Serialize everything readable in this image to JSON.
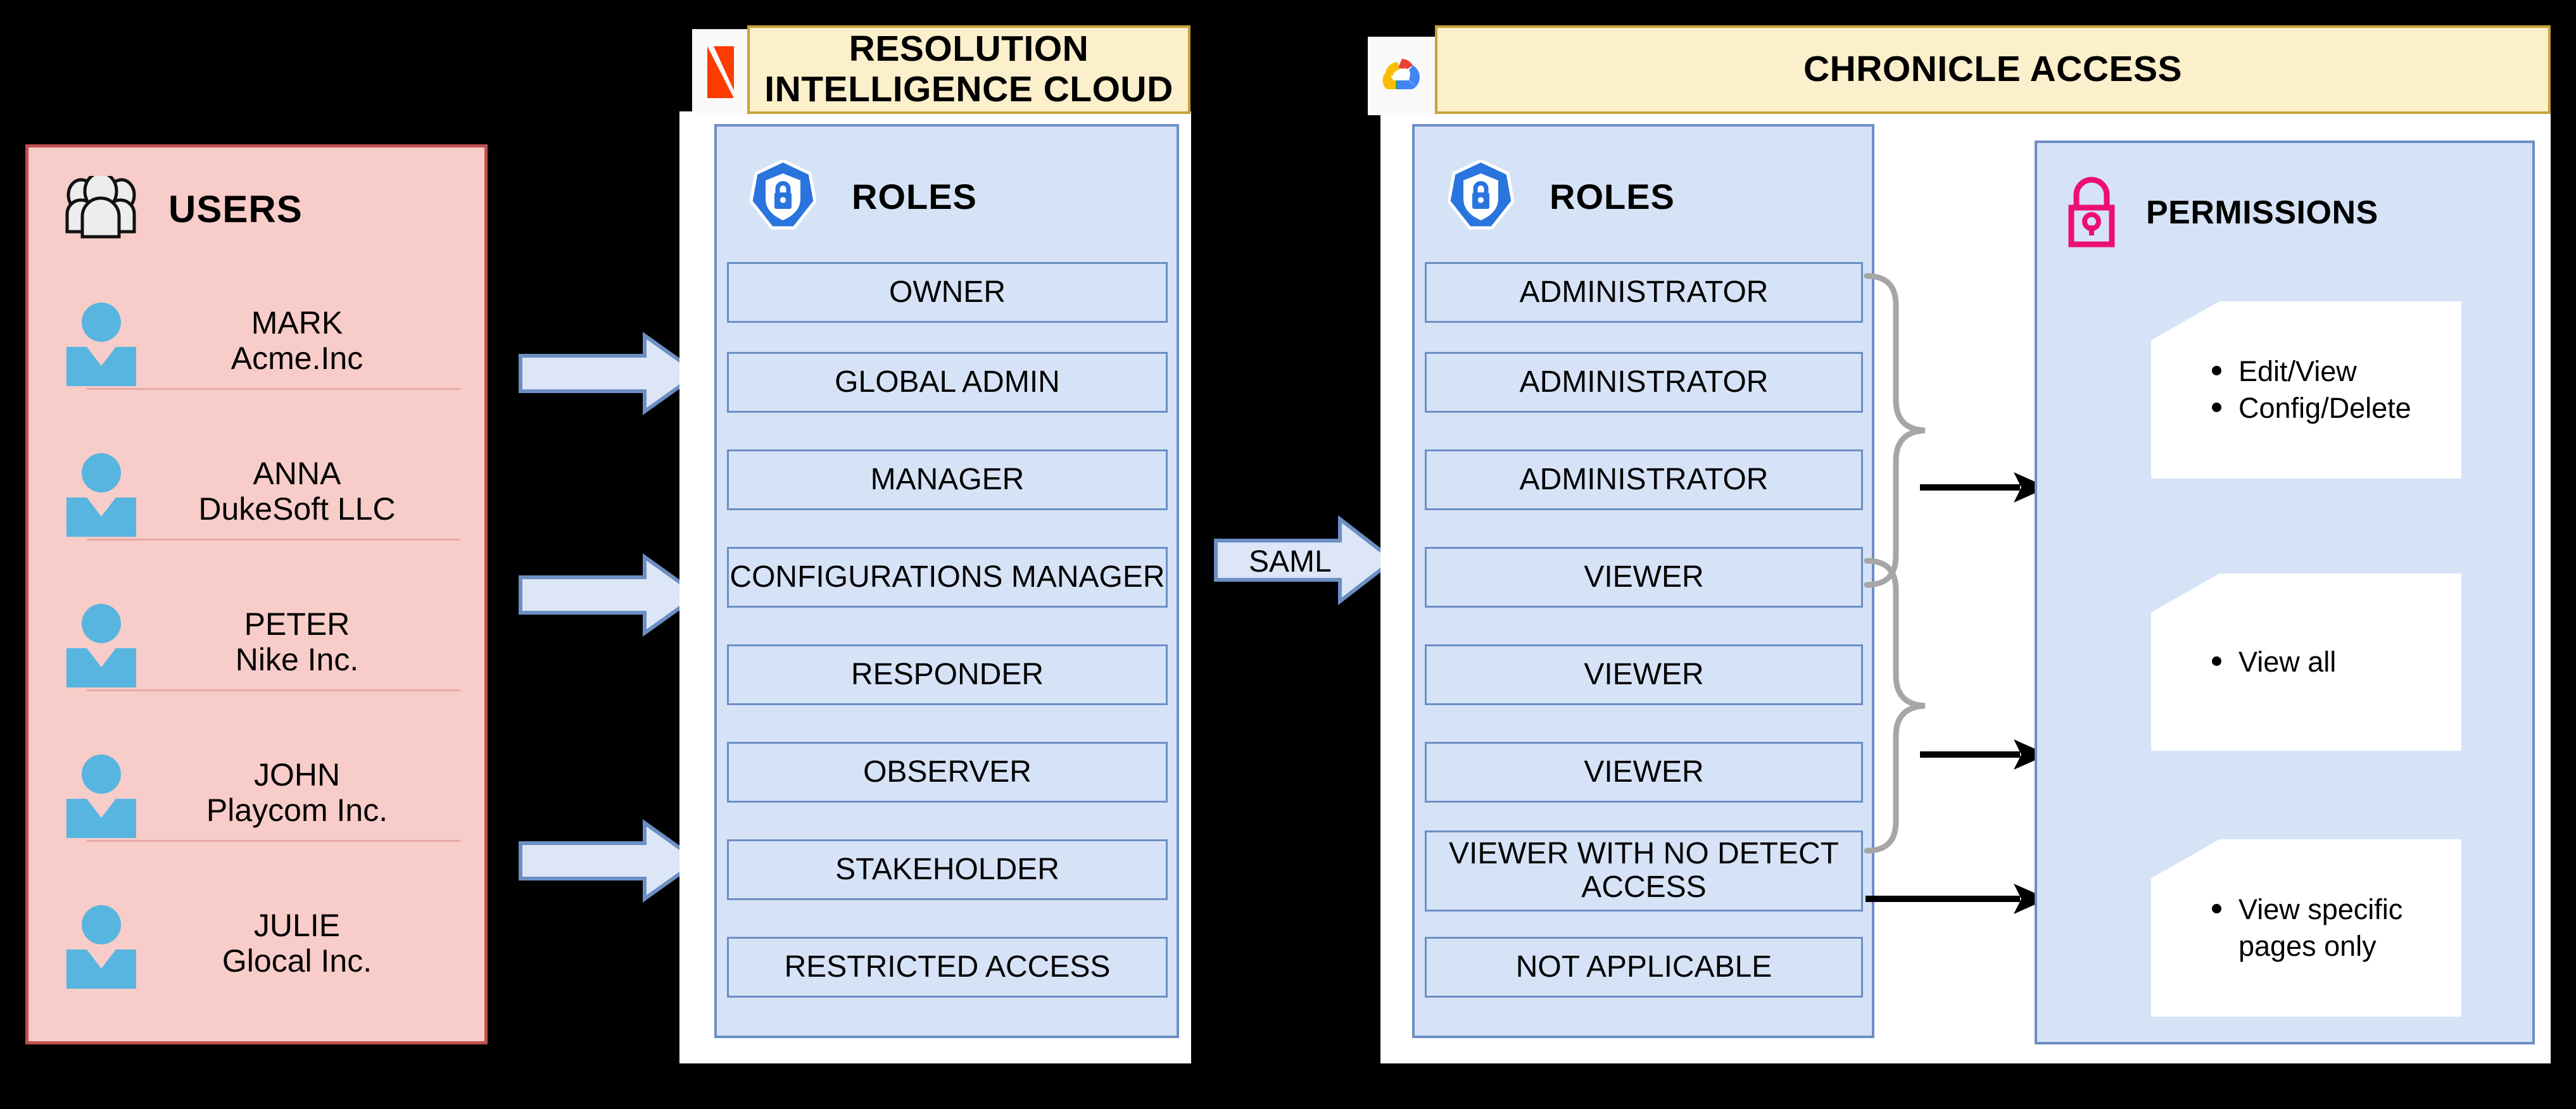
{
  "users_panel": {
    "title": "USERS",
    "icon": "users-group-icon",
    "accent_bg": "#F7CCC9",
    "accent_border": "#C0504D",
    "users": [
      {
        "name": "MARK",
        "org": "Acme.Inc"
      },
      {
        "name": "ANNA",
        "org": "DukeSoft LLC"
      },
      {
        "name": "PETER",
        "org": "Nike Inc."
      },
      {
        "name": "JOHN",
        "org": "Playcom Inc."
      },
      {
        "name": "JULIE",
        "org": "Glocal Inc."
      }
    ]
  },
  "ric_panel": {
    "title": "RESOLUTION\nINTELLIGENCE CLOUD",
    "title_line1": "RESOLUTION",
    "title_line2": "INTELLIGENCE CLOUD",
    "logo": "netenrich-n-logo",
    "roles_label": "ROLES",
    "roles_icon": "shield-lock-icon",
    "roles": [
      "OWNER",
      "GLOBAL ADMIN",
      "MANAGER",
      "CONFIGURATIONS MANAGER",
      "RESPONDER",
      "OBSERVER",
      "STAKEHOLDER",
      "RESTRICTED ACCESS"
    ]
  },
  "chronicle_panel": {
    "title": "CHRONICLE ACCESS",
    "logo": "google-cloud-logo",
    "roles_label": "ROLES",
    "roles_icon": "shield-lock-icon",
    "roles": [
      "ADMINISTRATOR",
      "ADMINISTRATOR",
      "ADMINISTRATOR",
      "VIEWER",
      "VIEWER",
      "VIEWER",
      "VIEWER WITH NO DETECT ACCESS",
      "NOT APPLICABLE"
    ]
  },
  "permissions_panel": {
    "title": "PERMISSIONS",
    "icon": "padlock-icon",
    "icon_color": "#EC0F76",
    "cards": [
      {
        "items": [
          "Edit/View",
          "Config/Delete"
        ]
      },
      {
        "items": [
          "View all"
        ]
      },
      {
        "items": [
          "View specific pages only"
        ]
      }
    ]
  },
  "connectors": {
    "saml_label": "SAML",
    "blue_arrow_color": "#DCE6F7",
    "blue_arrow_border": "#6C8EC4",
    "brace_color": "#A6A6A6",
    "black_arrow_color": "#000000"
  }
}
